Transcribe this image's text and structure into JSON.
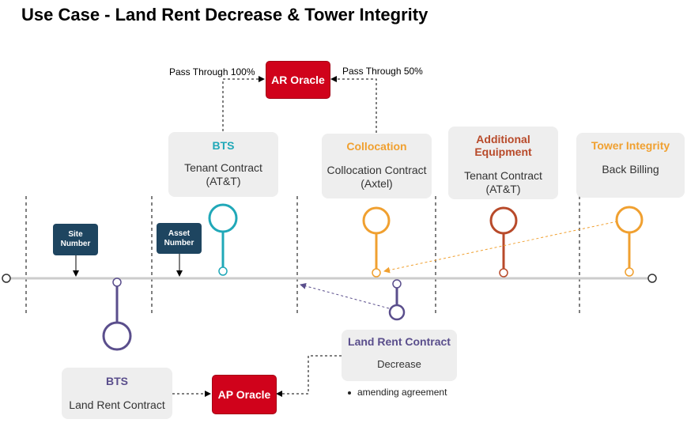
{
  "title": "Use Case - Land Rent Decrease & Tower Integrity",
  "colors": {
    "teal": "#20a8b8",
    "orange": "#f0a030",
    "rust": "#b84a2a",
    "purple": "#5a4e8c",
    "red": "#d0021b",
    "navy": "#1e4560",
    "timeline": "#cccccc"
  },
  "oracles": {
    "ar": "AR Oracle",
    "ap": "AP Oracle"
  },
  "edge_labels": {
    "pass_100": "Pass Through 100%",
    "pass_50": "Pass Through 50%"
  },
  "tags": {
    "site": "Site\nNumber",
    "asset": "Asset\nNumber"
  },
  "cards": {
    "bts_top": {
      "heading": "BTS",
      "body": "Tenant Contract\n(AT&T)"
    },
    "collocation": {
      "heading": "Collocation",
      "body": "Collocation Contract\n(Axtel)"
    },
    "additional": {
      "heading": "Additional\nEquipment",
      "body": "Tenant Contract\n(AT&T)"
    },
    "tower": {
      "heading": "Tower Integrity",
      "body": "Back Billing"
    },
    "land_rent": {
      "heading": "Land Rent Contract",
      "body": "Decrease"
    },
    "bts_bottom": {
      "heading": "BTS",
      "body": "Land Rent Contract"
    }
  },
  "note": "amending agreement"
}
